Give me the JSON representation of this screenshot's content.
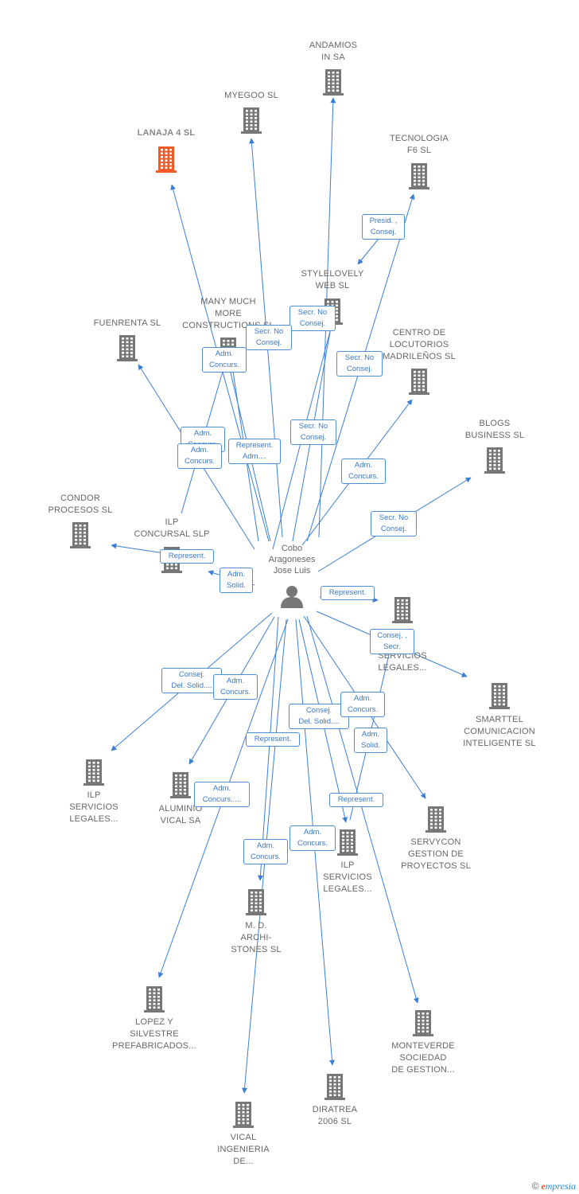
{
  "center": {
    "name": "Cobo\nAragoneses\nJose Luis",
    "icon": "person-icon"
  },
  "companies": [
    {
      "id": "andamios",
      "label": "ANDAMIOS\nIN SA"
    },
    {
      "id": "myegoo",
      "label": "MYEGOO SL"
    },
    {
      "id": "lanaja",
      "label": "LANAJA 4 SL",
      "highlight": true,
      "color": "#f05a28"
    },
    {
      "id": "tecnologia",
      "label": "TECNOLOGIA\nF6 SL"
    },
    {
      "id": "stylelovely",
      "label": "STYLELOVELY\nWEB SL"
    },
    {
      "id": "manymuch",
      "label": "MANY MUCH\nMORE\nCONSTRUCTIONS SL"
    },
    {
      "id": "fuenrenta",
      "label": "FUENRENTA SL"
    },
    {
      "id": "centro",
      "label": "CENTRO DE\nLOCUTORIOS\nMADRILEÑOS SL"
    },
    {
      "id": "blogs",
      "label": "BLOGS\nBUSINESS SL"
    },
    {
      "id": "condor",
      "label": "CONDOR\nPROCESOS SL"
    },
    {
      "id": "ilpconcursal",
      "label": "ILP\nCONCURSAL SLP"
    },
    {
      "id": "ilplegales1",
      "label": "ILP\nSERVICIOS\nLEGALES..."
    },
    {
      "id": "smarttel",
      "label": "SMARTTEL\nCOMUNICACION\nINTELIGENTE SL"
    },
    {
      "id": "ilplegales2",
      "label": "ILP\nSERVICIOS\nLEGALES..."
    },
    {
      "id": "aluminio",
      "label": "ALUMINIO\nVICAL SA"
    },
    {
      "id": "servycon",
      "label": "SERVYCON\nGESTION DE\nPROYECTOS SL"
    },
    {
      "id": "ilplegales3",
      "label": "ILP\nSERVICIOS\nLEGALES..."
    },
    {
      "id": "md",
      "label": "M. D.\nARCHI-\nSTONES SL"
    },
    {
      "id": "lopez",
      "label": "LOPEZ Y\nSILVESTRE\nPREFABRICADOS..."
    },
    {
      "id": "monteverde",
      "label": "MONTEVERDE\nSOCIEDAD\nDE GESTION..."
    },
    {
      "id": "diratrea",
      "label": "DIRATREA\n2006 SL"
    },
    {
      "id": "vical",
      "label": "VICAL\nINGENIERIA\nDE..."
    }
  ],
  "relations": [
    {
      "label": "Presid. ,\nConsej."
    },
    {
      "label": "Secr. No\nConsej."
    },
    {
      "label": "Secr. No\nConsej."
    },
    {
      "label": "Adm.\nConcurs."
    },
    {
      "label": "Secr. No\nConsej."
    },
    {
      "label": "Adm.\nConcurs."
    },
    {
      "label": "Adm.\nConcurs."
    },
    {
      "label": "Represent.\nAdm...."
    },
    {
      "label": "Secr. No\nConsej."
    },
    {
      "label": "Adm.\nConcurs."
    },
    {
      "label": "Secr. No\nConsej."
    },
    {
      "label": "Represent."
    },
    {
      "label": "Adm.\nSolid."
    },
    {
      "label": "Represent."
    },
    {
      "label": "Consej. ,\nSecr."
    },
    {
      "label": "Consej.\nDel. Solid...."
    },
    {
      "label": "Adm.\nConcurs."
    },
    {
      "label": "Consej.\nDel. Solid...."
    },
    {
      "label": "Adm.\nConcurs."
    },
    {
      "label": "Represent."
    },
    {
      "label": "Adm.\nSolid."
    },
    {
      "label": "Adm.\nConcurs....."
    },
    {
      "label": "Represent."
    },
    {
      "label": "Adm.\nConcurs."
    },
    {
      "label": "Adm.\nConcurs."
    }
  ],
  "colors": {
    "edge": "#3a7fd5",
    "building": "#777777",
    "highlight": "#f05a28"
  },
  "footer": {
    "copyright": "©",
    "brand_e": "e",
    "brand_rest": "mpresia"
  }
}
